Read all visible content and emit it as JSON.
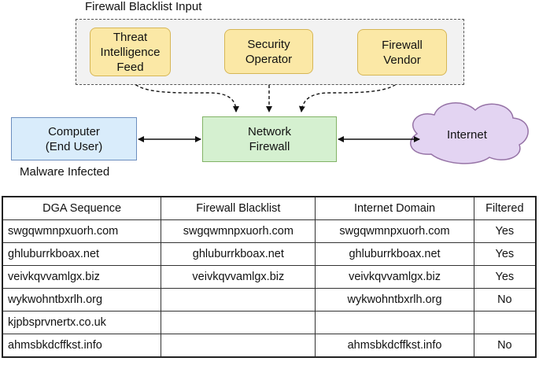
{
  "diagram": {
    "group_title": "Firewall Blacklist Input",
    "sources": [
      {
        "id": "threat-intelligence-feed",
        "label": "Threat\nIntelligence\nFeed"
      },
      {
        "id": "security-operator",
        "label": "Security\nOperator"
      },
      {
        "id": "firewall-vendor",
        "label": "Firewall\nVendor"
      }
    ],
    "computer_label": "Computer\n(End User)",
    "computer_caption": "Malware Infected",
    "firewall_label": "Network\nFirewall",
    "internet_label": "Internet",
    "colors": {
      "source_fill": "#fbe8a6",
      "source_stroke": "#d6b656",
      "computer_fill": "#d9ecfb",
      "computer_stroke": "#6c8ebf",
      "firewall_fill": "#d5f0d0",
      "firewall_stroke": "#82b366",
      "internet_fill": "#e3d4f2",
      "internet_stroke": "#9673a6"
    }
  },
  "table": {
    "headers": [
      "DGA Sequence",
      "Firewall Blacklist",
      "Internet Domain",
      "Filtered"
    ],
    "rows": [
      [
        "swgqwmnpxuorh.com",
        "swgqwmnpxuorh.com",
        "swgqwmnpxuorh.com",
        "Yes"
      ],
      [
        "ghluburrkboax.net",
        "ghluburrkboax.net",
        "ghluburrkboax.net",
        "Yes"
      ],
      [
        "veivkqvvamlgx.biz",
        "veivkqvvamlgx.biz",
        "veivkqvvamlgx.biz",
        "Yes"
      ],
      [
        "wykwohntbxrlh.org",
        "",
        "wykwohntbxrlh.org",
        "No"
      ],
      [
        "kjpbsprvnertx.co.uk",
        "",
        "",
        ""
      ],
      [
        "ahmsbkdcffkst.info",
        "",
        "ahmsbkdcffkst.info",
        "No"
      ]
    ]
  }
}
